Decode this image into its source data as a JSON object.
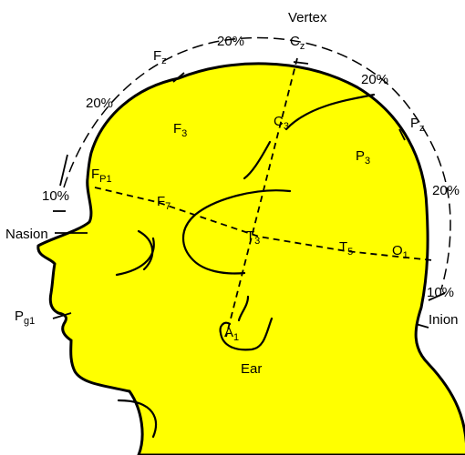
{
  "colors": {
    "head_fill": "#ffff00",
    "outline": "#000000",
    "background": "#ffffff"
  },
  "labels": {
    "vertex": "Vertex",
    "nasion": "Nasion",
    "inion": "Inion",
    "ear": "Ear"
  },
  "electrodes": {
    "fz": {
      "base": "F",
      "sub": "z"
    },
    "cz": {
      "base": "C",
      "sub": "z"
    },
    "pz": {
      "base": "P",
      "sub": "z"
    },
    "f3": {
      "base": "F",
      "sub": "3"
    },
    "c3": {
      "base": "C",
      "sub": "3"
    },
    "p3": {
      "base": "P",
      "sub": "3"
    },
    "fp1": {
      "base": "F",
      "sub": "P1"
    },
    "f7": {
      "base": "F",
      "sub": "7"
    },
    "t3": {
      "base": "T",
      "sub": "3"
    },
    "t5": {
      "base": "T",
      "sub": "5"
    },
    "o1": {
      "base": "O",
      "sub": "1"
    },
    "a1": {
      "base": "A",
      "sub": "1"
    },
    "pg1": {
      "base": "P",
      "sub": "g1"
    }
  },
  "percentages": {
    "fz_cz": "20%",
    "cz_pz": "20%",
    "fp1_fz": "20%",
    "nasion_fp1": "10%",
    "pz_o1": "20%",
    "o1_inion": "10%"
  }
}
